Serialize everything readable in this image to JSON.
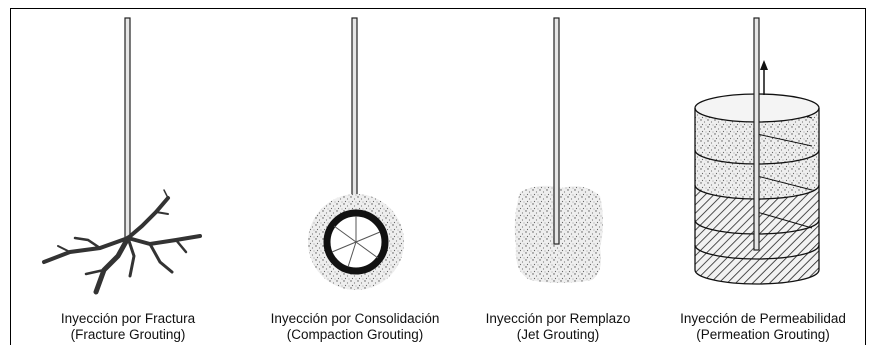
{
  "panels": [
    {
      "line1": "Inyección por Fractura",
      "line2": "(Fracture Grouting)"
    },
    {
      "line1": "Inyección por Consolidación",
      "line2": "(Compaction Grouting)"
    },
    {
      "line1": "Inyección por Remplazo",
      "line2": "(Jet Grouting)"
    },
    {
      "line1": "Inyección de Permeabilidad",
      "line2": "(Permeation Grouting)"
    }
  ]
}
